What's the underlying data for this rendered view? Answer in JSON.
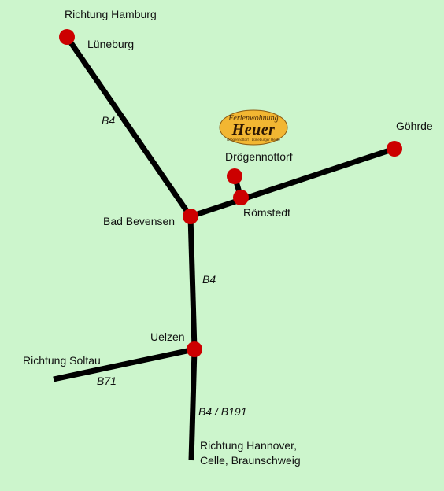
{
  "map": {
    "background_color": "#ccf5cc",
    "road_color": "#000000",
    "node_color": "#cc0000",
    "places": {
      "richtung_hamburg": "Richtung Hamburg",
      "lueneburg": "Lüneburg",
      "goehrde": "Göhrde",
      "droegennottorf": "Drögennottorf",
      "roemstedt": "Römstedt",
      "bad_bevensen": "Bad Bevensen",
      "uelzen": "Uelzen",
      "richtung_soltau": "Richtung Soltau",
      "richtung_hannover_line1": "Richtung Hannover,",
      "richtung_hannover_line2": "Celle, Braunschweig"
    },
    "roads": {
      "b4_north": "B4",
      "b4_middle": "B4",
      "b71": "B71",
      "b4_b191": "B4 / B191"
    }
  },
  "logo": {
    "line1": "Ferienwohnung",
    "line2": "Heuer",
    "line3": "Drögennottorf · Lüneburger Heide",
    "fill_color": "#f2b632"
  }
}
